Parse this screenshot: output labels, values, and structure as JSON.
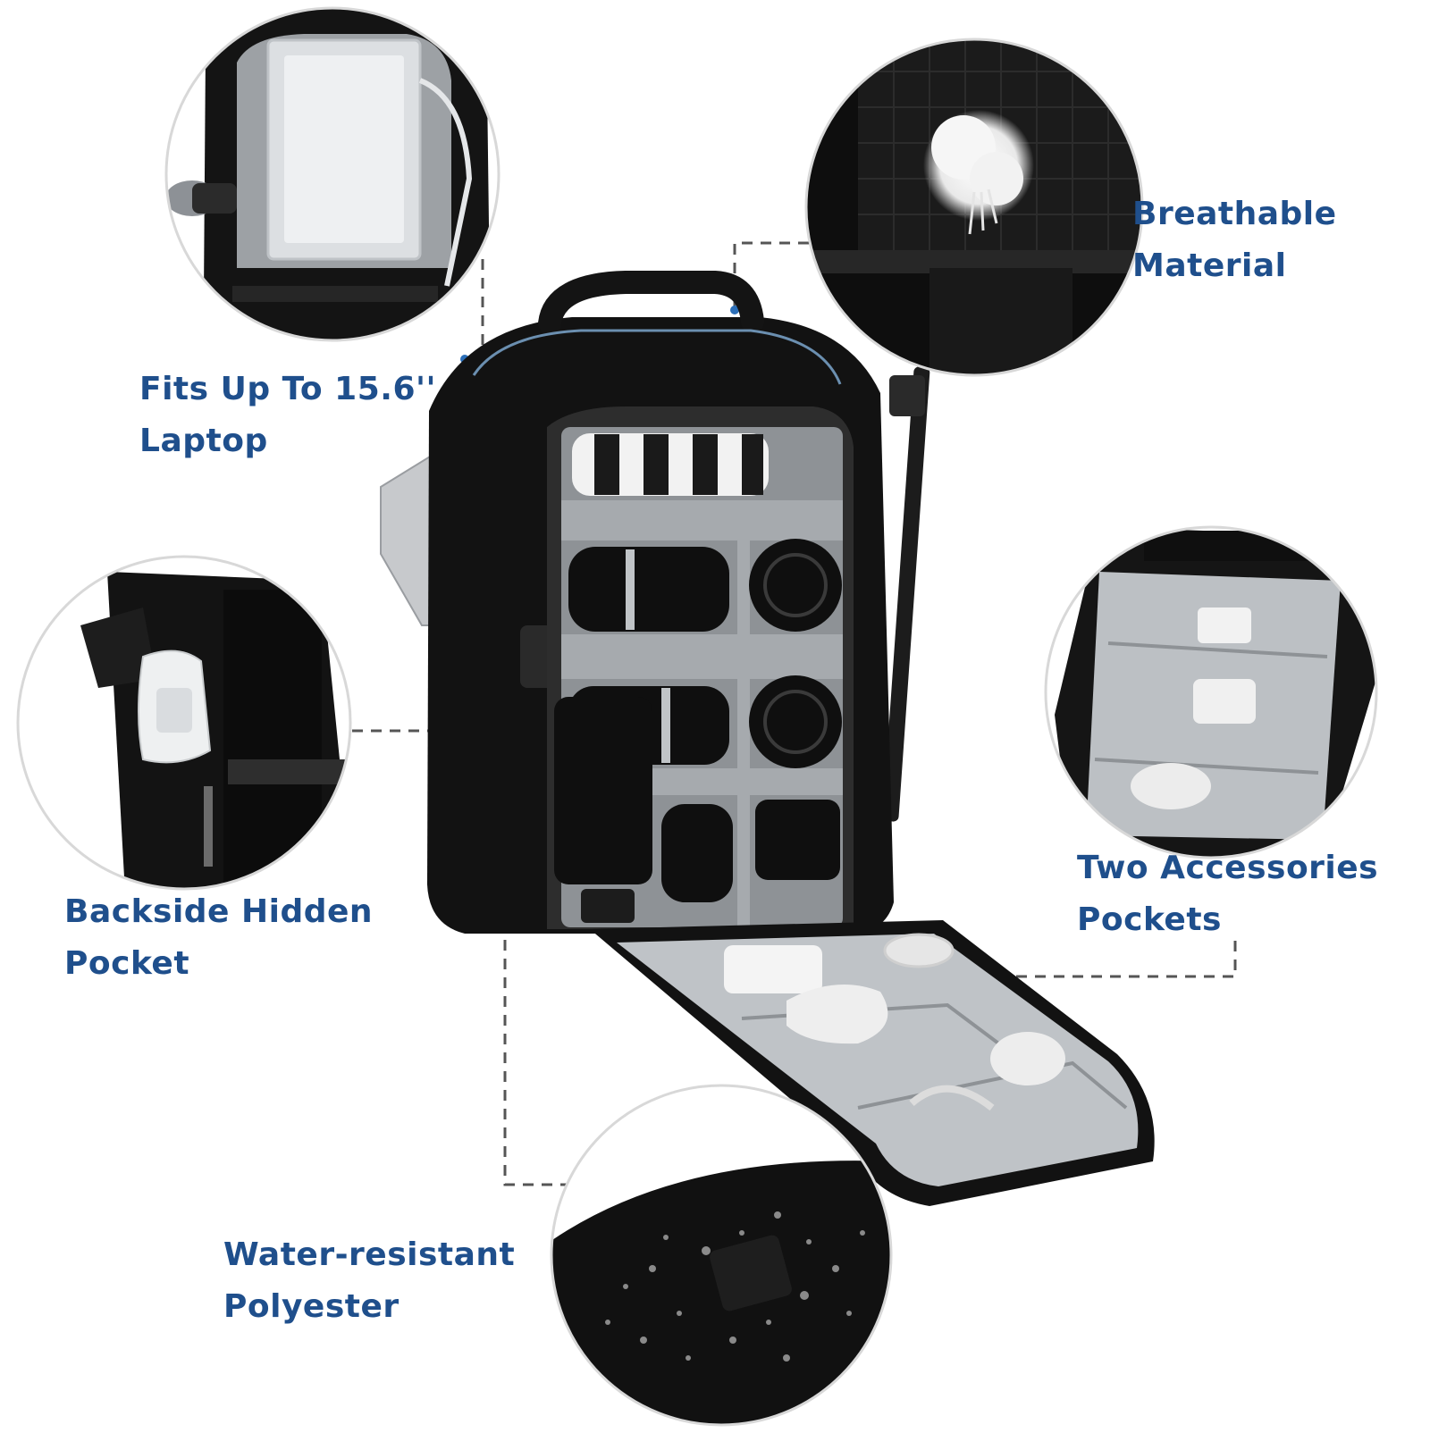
{
  "callouts": {
    "laptop": {
      "line1": "Fits Up To 15.6''",
      "line2": "Laptop"
    },
    "breathable": {
      "line1": "Breathable",
      "line2": "Material"
    },
    "backside": {
      "line1": "Backside Hidden",
      "line2": "Pocket"
    },
    "accessories": {
      "line1": "Two Accessories",
      "line2": "Pockets"
    },
    "water": {
      "line1": "Water-resistant",
      "line2": "Polyester"
    }
  },
  "colors": {
    "label_blue": "#1f4f8c",
    "bag_black": "#111111",
    "lining_grey": "#b9bdc1",
    "dash_grey": "#555555"
  }
}
